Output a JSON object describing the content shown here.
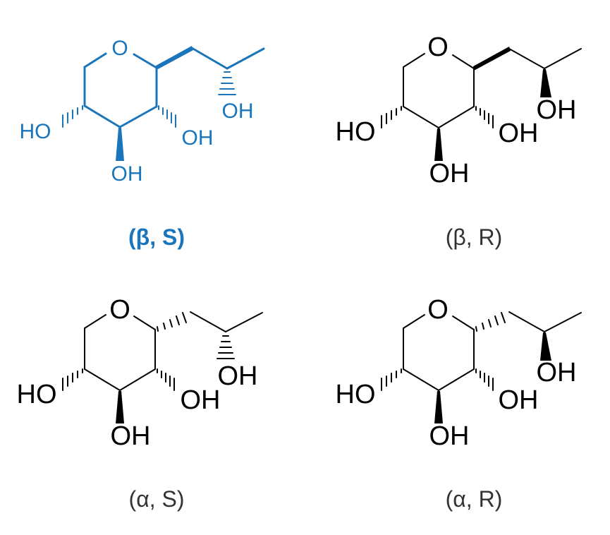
{
  "highlight_color": "#1B75BB",
  "text_color": "#000000",
  "structures": [
    {
      "id": "beta-S",
      "caption": "(β, S)",
      "highlighted": true,
      "atoms": {
        "ring_o": "O",
        "oh_left": "HO",
        "oh_bottom": "OH",
        "oh_right": "OH",
        "oh_side": "OH"
      }
    },
    {
      "id": "beta-R",
      "caption": "(β, R)",
      "highlighted": false,
      "atoms": {
        "ring_o": "O",
        "oh_left": "HO",
        "oh_bottom": "OH",
        "oh_right": "OH",
        "oh_side": "OH"
      }
    },
    {
      "id": "alpha-S",
      "caption": "(α, S)",
      "highlighted": false,
      "atoms": {
        "ring_o": "O",
        "oh_left": "HO",
        "oh_bottom": "OH",
        "oh_right": "OH",
        "oh_side": "OH"
      }
    },
    {
      "id": "alpha-R",
      "caption": "(α, R)",
      "highlighted": false,
      "atoms": {
        "ring_o": "O",
        "oh_left": "HO",
        "oh_bottom": "OH",
        "oh_right": "OH",
        "oh_side": "OH"
      }
    }
  ]
}
